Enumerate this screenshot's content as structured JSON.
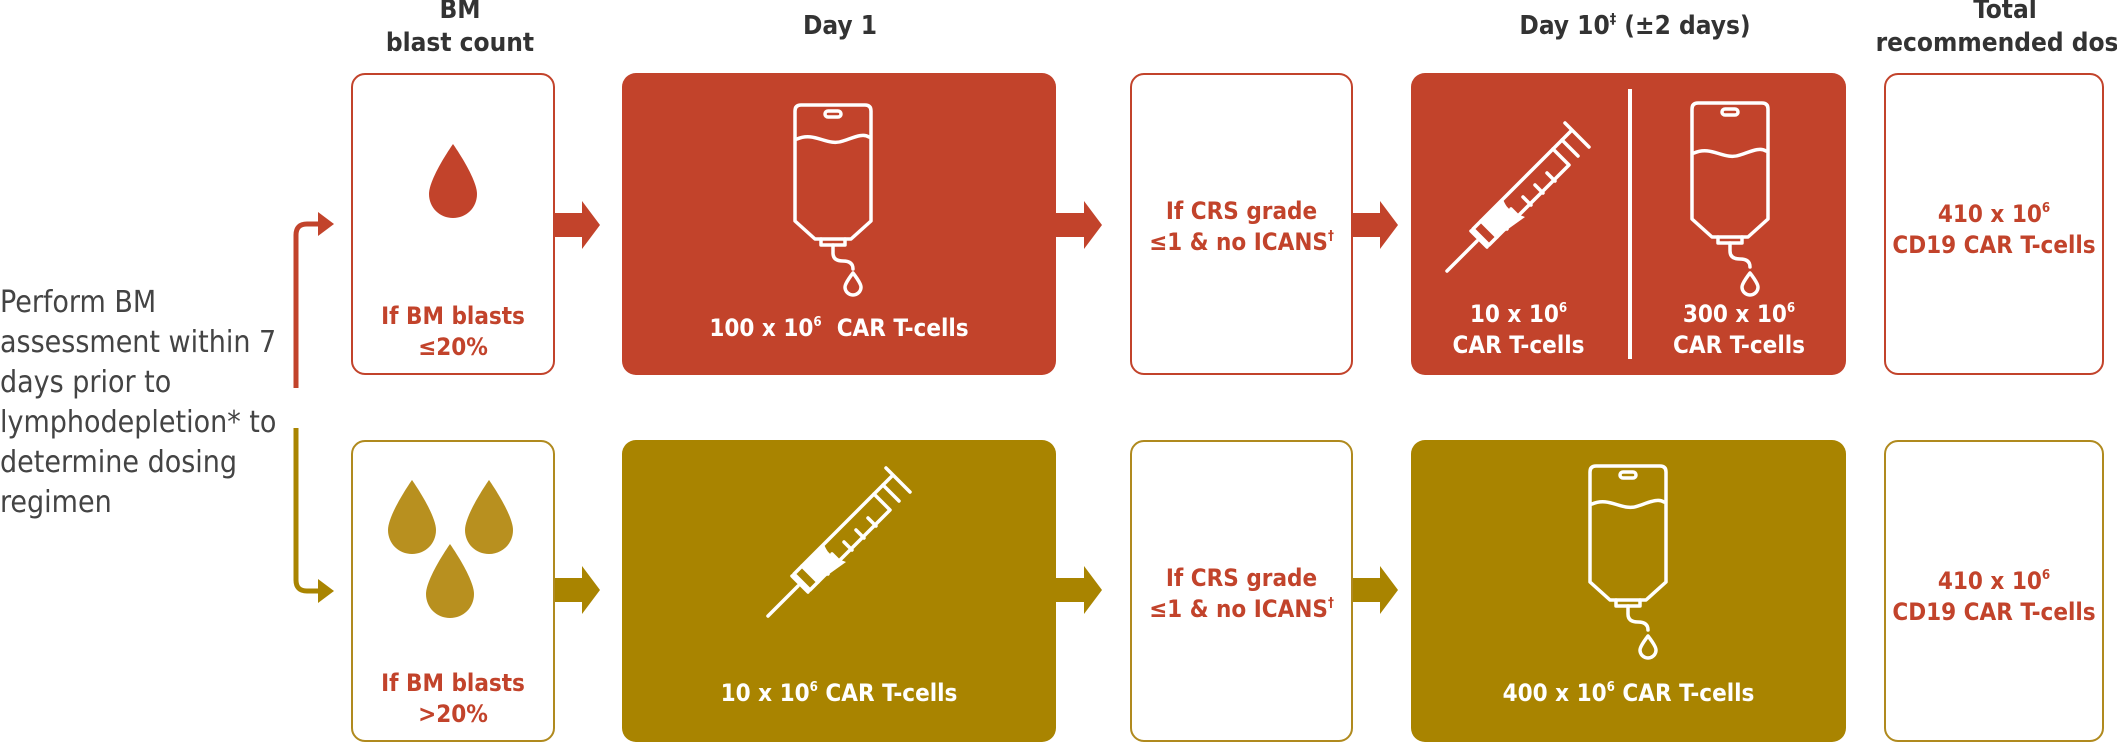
{
  "headers": {
    "bm_line1": "BM",
    "bm_line2": "blast count",
    "day1": "Day 1",
    "day10_main": "Day 10",
    "day10_sup": "‡",
    "day10_suffix": " (±2 days)",
    "total_line1": "Total",
    "total_line2": "recommended dose"
  },
  "left_instruction": "Perform BM assessment within 7 days prior to lymphodepletion* to determine dosing regimen",
  "top_row": {
    "bm_condition_line1": "If BM blasts",
    "bm_condition_line2": "≤20%",
    "day1_dose_main": "100 x 10",
    "day1_dose_exp": "6",
    "day1_dose_suffix": "  CAR T-cells",
    "criteria_line1": "If CRS grade",
    "criteria_line2": "≤1 & no ICANS",
    "criteria_sup": "†",
    "day10_dose_a_main": "10 x 10",
    "day10_dose_a_exp": "6",
    "day10_dose_a_line2": "CAR T-cells",
    "day10_dose_b_main": "300 x 10",
    "day10_dose_b_exp": "6",
    "day10_dose_b_line2": "CAR T-cells",
    "total_main": "410 x 10",
    "total_exp": "6",
    "total_line2": "CD19 CAR T-cells"
  },
  "bottom_row": {
    "bm_condition_line1": "If BM blasts",
    "bm_condition_line2": ">20%",
    "day1_dose_main": "10 x 10",
    "day1_dose_exp": "6",
    "day1_dose_suffix": " CAR T-cells",
    "criteria_line1": "If CRS grade",
    "criteria_line2": "≤1 & no ICANS",
    "criteria_sup": "†",
    "day10_dose_main": "400 x 10",
    "day10_dose_exp": "6",
    "day10_dose_suffix": " CAR T-cells",
    "total_main": "410 x 10",
    "total_exp": "6",
    "total_line2": "CD19 CAR T-cells"
  },
  "colors": {
    "red": "#C2432B",
    "gold": "#A98400",
    "gold_light": "#B08A1E",
    "drop_gold": "#B8901F",
    "text": "#444444"
  },
  "icons": [
    "blood-drop-icon",
    "iv-bag-icon",
    "syringe-icon",
    "arrow-right-icon"
  ]
}
